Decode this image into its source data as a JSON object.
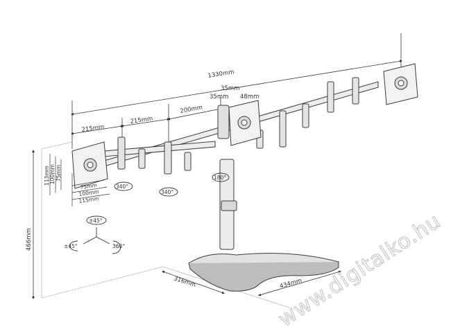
{
  "dimensions": {
    "overall_width": "1330mm",
    "arm_segment_1": "215mm",
    "arm_segment_2": "215mm",
    "arm_segment_3": "200mm",
    "offset_35_top": "35mm",
    "offset_35_bottom": "35mm",
    "offset_48": "48mm",
    "vesa_113": "113mm",
    "vesa_100": "100mm",
    "vesa_75": "75mm",
    "vesa_75_h": "75mm",
    "vesa_100_h": "100mm",
    "vesa_115_h": "115mm",
    "height": "466mm",
    "base_depth": "316mm",
    "base_width": "434mm"
  },
  "rotations": {
    "rotate_left": "340°",
    "rotate_mid": "340°",
    "rotate_center": "180°",
    "tilt": "±45°",
    "swivel": "±45°",
    "spin": "360°"
  },
  "watermark": "www.digitalko.hu",
  "colors": {
    "line": "#3a3a3a",
    "metal": "#e9e9e9",
    "dark": "#555555",
    "watermark": "#c9c9c9"
  }
}
